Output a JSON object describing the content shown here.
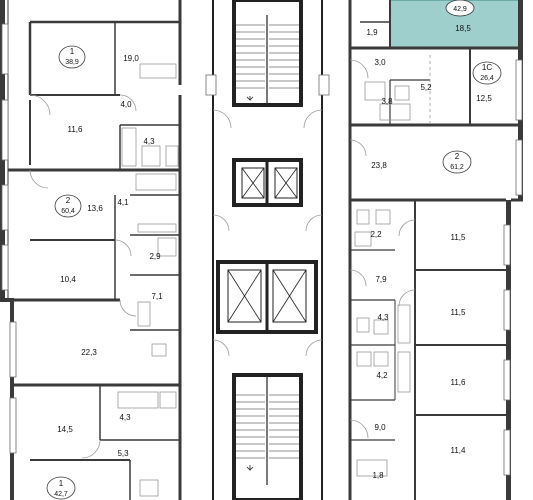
{
  "colors": {
    "wall": "#3a3a3a",
    "thin_line": "#6e6e6e",
    "fixture": "#9a9a9a",
    "stair_wall": "#222222",
    "highlight_fill": "#9ecfcc",
    "highlight_stroke": "#5a9f9c"
  },
  "apartments": {
    "left_top": {
      "type": "1",
      "total": "38,9"
    },
    "left_mid": {
      "type": "2",
      "total": "60,4"
    },
    "left_bottom": {
      "type": "1",
      "total": "42,7"
    },
    "right_highlight": {
      "total": "42,9",
      "living": "18,5"
    },
    "right_studio": {
      "type": "1С",
      "total": "26,4"
    },
    "right_mid": {
      "type": "2",
      "total": "61,2"
    }
  },
  "rooms": {
    "l_19_0": "19,0",
    "l_4_0": "4,0",
    "l_11_6": "11,6",
    "l_4_3_a": "4,3",
    "l_13_6": "13,6",
    "l_4_1": "4,1",
    "l_10_4": "10,4",
    "l_2_9": "2,9",
    "l_7_1": "7,1",
    "l_22_3": "22,3",
    "l_4_3_b": "4,3",
    "l_14_5": "14,5",
    "l_5_3": "5,3",
    "r_1_9": "1,9",
    "r_3_0": "3,0",
    "r_5_2": "5,2",
    "r_3_8": "3,8",
    "r_12_5": "12,5",
    "r_23_8": "23,8",
    "r_2_2": "2,2",
    "r_11_5_a": "11,5",
    "r_7_9": "7,9",
    "r_11_5_b": "11,5",
    "r_4_3": "4,3",
    "r_4_2": "4,2",
    "r_11_6": "11,6",
    "r_9_0": "9,0",
    "r_11_4": "11,4",
    "r_1_8": "1,8"
  }
}
